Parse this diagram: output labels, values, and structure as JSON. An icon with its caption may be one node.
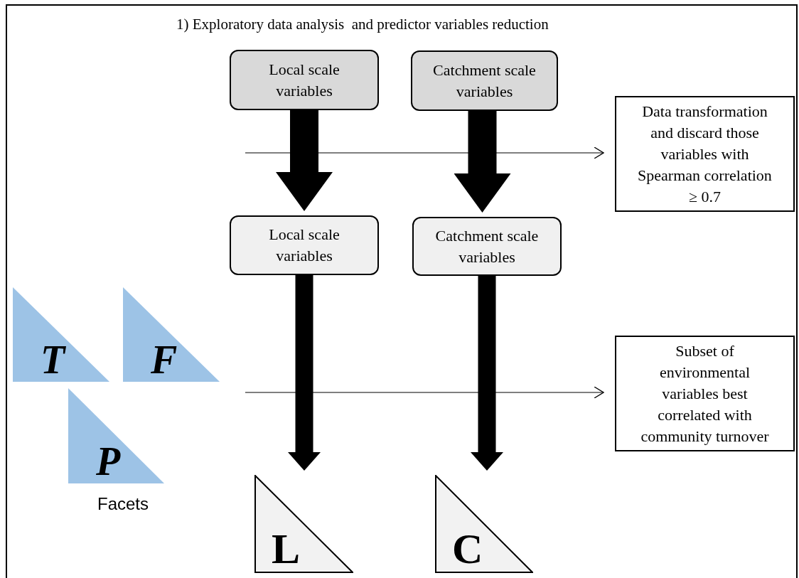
{
  "diagram": {
    "title": "1) Exploratory data analysis  and predictor variables reduction",
    "nodes": [
      {
        "text": [
          "Local scale variables"
        ]
      },
      {
        "text": [
          "Catchment scale variables"
        ]
      },
      {
        "text": [
          "Data transformation and discard those variables with Spearman correlation ≥ 0.7"
        ]
      },
      {
        "text": [
          "Local scale variables"
        ]
      },
      {
        "text": [
          "Catchment scale variables"
        ]
      },
      {
        "text": [
          "Subset of environmental variables best correlated with community turnover"
        ]
      },
      {
        "text": [
          "T"
        ]
      },
      {
        "text": [
          "F"
        ]
      },
      {
        "text": [
          "P"
        ],
        "beside": [
          "Facets"
        ]
      },
      {
        "text": [
          "L"
        ]
      },
      {
        "text": [
          "C"
        ]
      }
    ],
    "edges": [
      {
        "from": 0,
        "to": 3,
        "arrow": "to"
      },
      {
        "from": 1,
        "to": 4,
        "arrow": "to"
      },
      {
        "from": null,
        "to": 2,
        "arrow": "to"
      },
      {
        "from": 3,
        "to": 9,
        "arrow": "to"
      },
      {
        "from": 4,
        "to": 10,
        "arrow": "to"
      },
      {
        "from": null,
        "to": 5,
        "arrow": "to"
      }
    ]
  }
}
